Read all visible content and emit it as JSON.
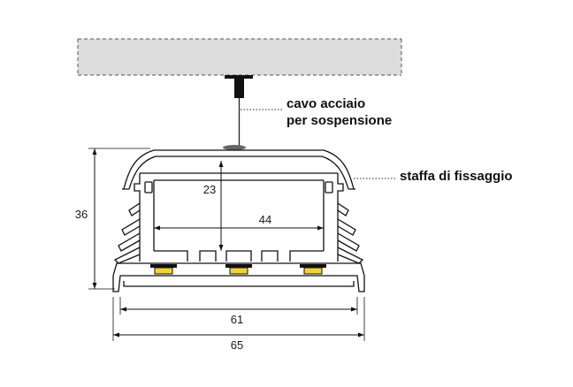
{
  "labels": {
    "cable": [
      "cavo acciaio",
      "per sospensione"
    ],
    "bracket": "staffa di fissaggio"
  },
  "dimensions": {
    "inner_height": "23",
    "inner_width": "44",
    "total_height": "36",
    "base_width": "61",
    "total_width": "65"
  },
  "colors": {
    "ceiling": "#dcdcdc",
    "led": "#f0d234",
    "line": "#111111"
  }
}
